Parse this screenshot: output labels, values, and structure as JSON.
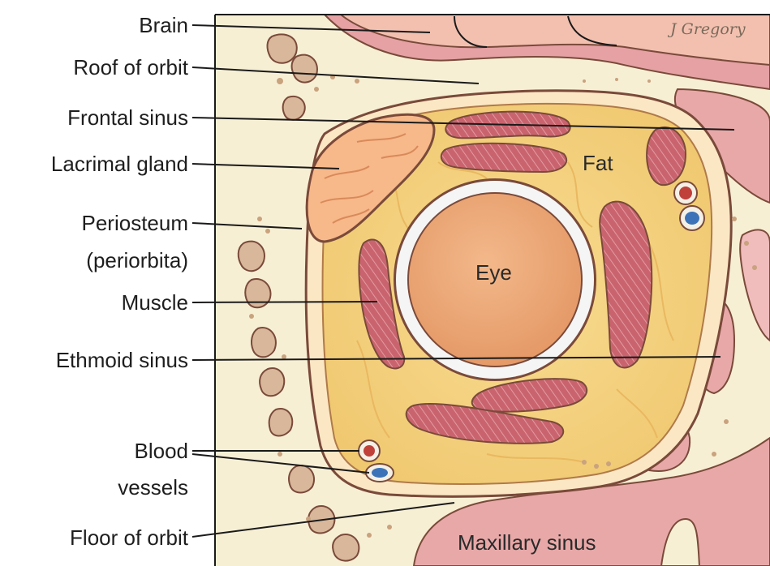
{
  "diagram": {
    "signature": "J Gregory",
    "labels": {
      "brain": "Brain",
      "roof_of_orbit": "Roof of orbit",
      "frontal_sinus": "Frontal sinus",
      "lacrimal_gland": "Lacrimal gland",
      "periosteum": "Periosteum",
      "periorbita": "(periorbita)",
      "muscle": "Muscle",
      "ethmoid_sinus": "Ethmoid sinus",
      "blood": "Blood",
      "vessels": "vessels",
      "floor_of_orbit": "Floor of orbit",
      "fat": "Fat",
      "eye": "Eye",
      "maxillary_sinus": "Maxillary sinus"
    }
  },
  "colors": {
    "bone": "#f7efd4",
    "fat": "#f6d98c",
    "sinus_pink": "#e8a8a8",
    "muscle": "#c9646e",
    "eye": "#efaa78",
    "lacrimal": "#f7b88a",
    "brain": "#f3c0b0",
    "outline": "#7a4a3a"
  }
}
